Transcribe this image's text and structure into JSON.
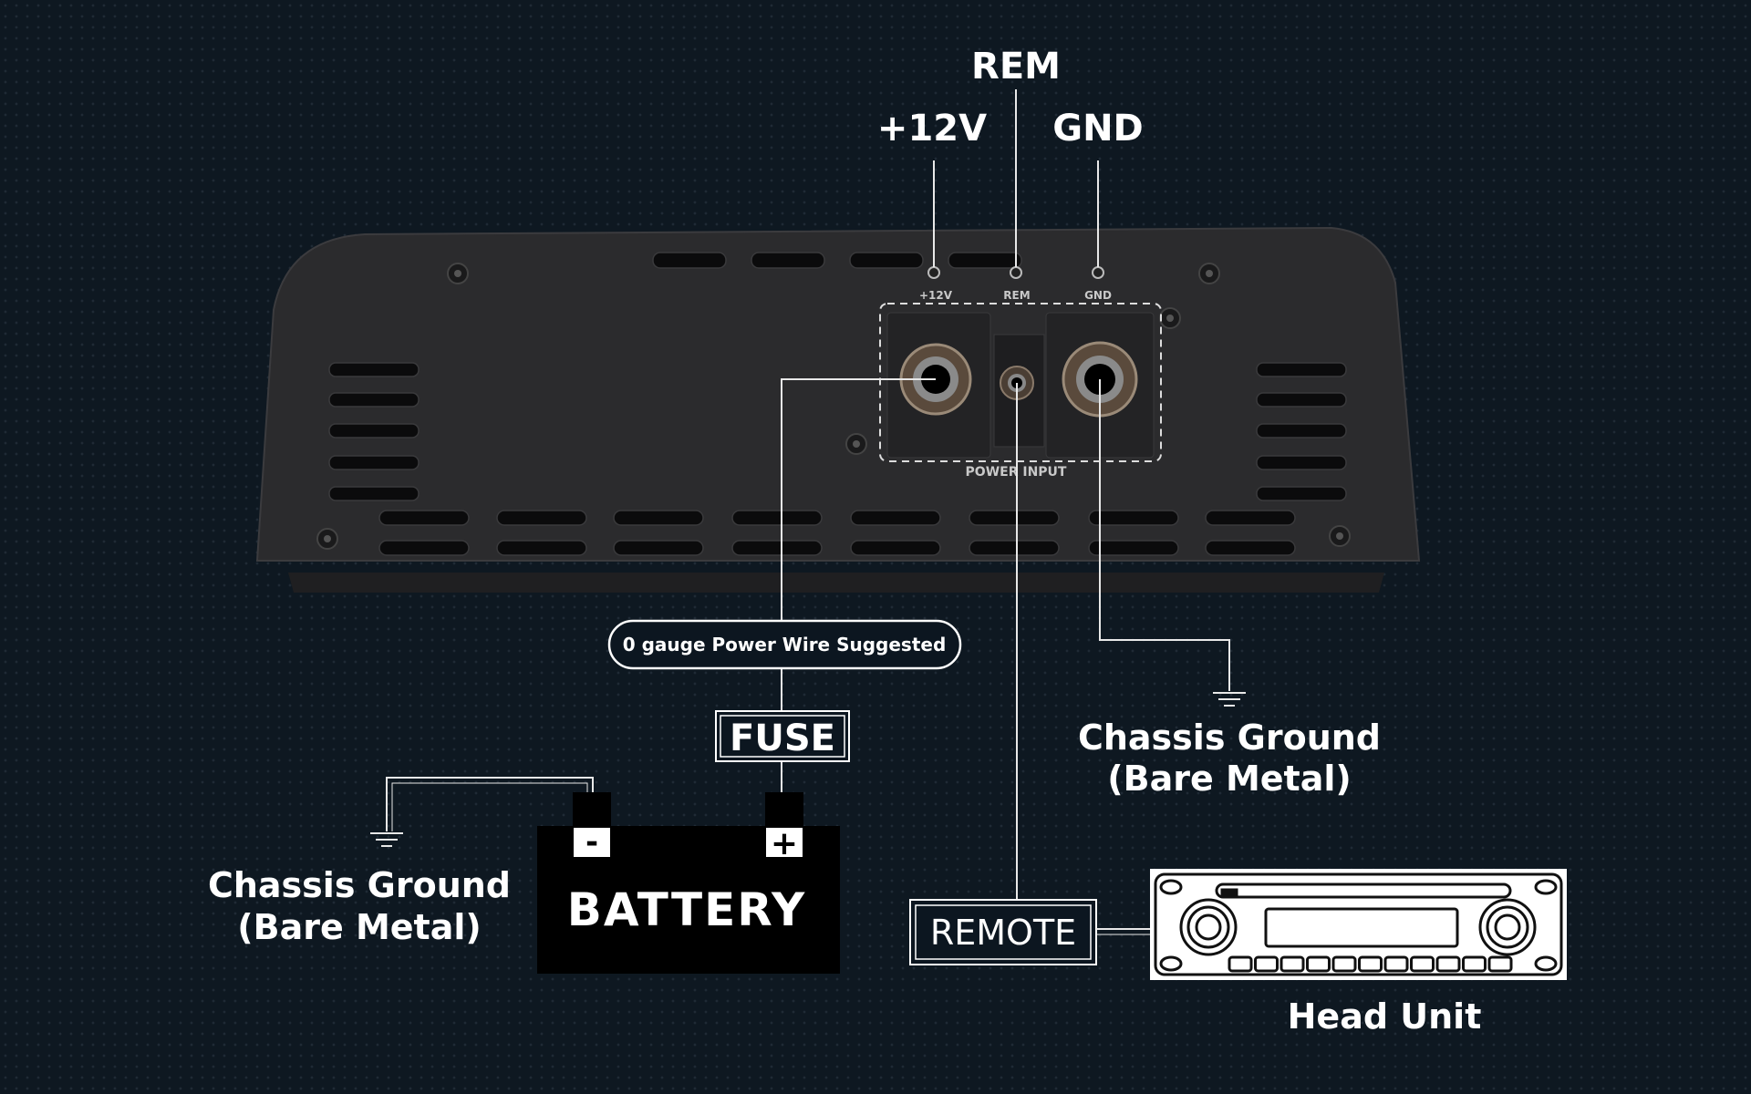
{
  "top_labels": {
    "rem": "REM",
    "plus12v": "+12V",
    "gnd": "GND"
  },
  "amp": {
    "terminal_labels": {
      "plus12v": "+12V",
      "rem": "REM",
      "gnd": "GND"
    },
    "block_label": "POWER INPUT"
  },
  "power_wire_note": "0 gauge Power Wire Suggested",
  "fuse_label": "FUSE",
  "battery": {
    "label": "BATTERY",
    "neg_symbol": "-",
    "pos_symbol": "+"
  },
  "chassis_ground_left": {
    "line1": "Chassis Ground",
    "line2": "(Bare Metal)"
  },
  "chassis_ground_right": {
    "line1": "Chassis Ground",
    "line2": "(Bare Metal)"
  },
  "remote_label": "REMOTE",
  "head_unit_label": "Head Unit",
  "colors": {
    "background": "#0e1821",
    "amp_body": "#2b2b2d",
    "wire": "#e8e8e8",
    "battery": "#000000"
  }
}
